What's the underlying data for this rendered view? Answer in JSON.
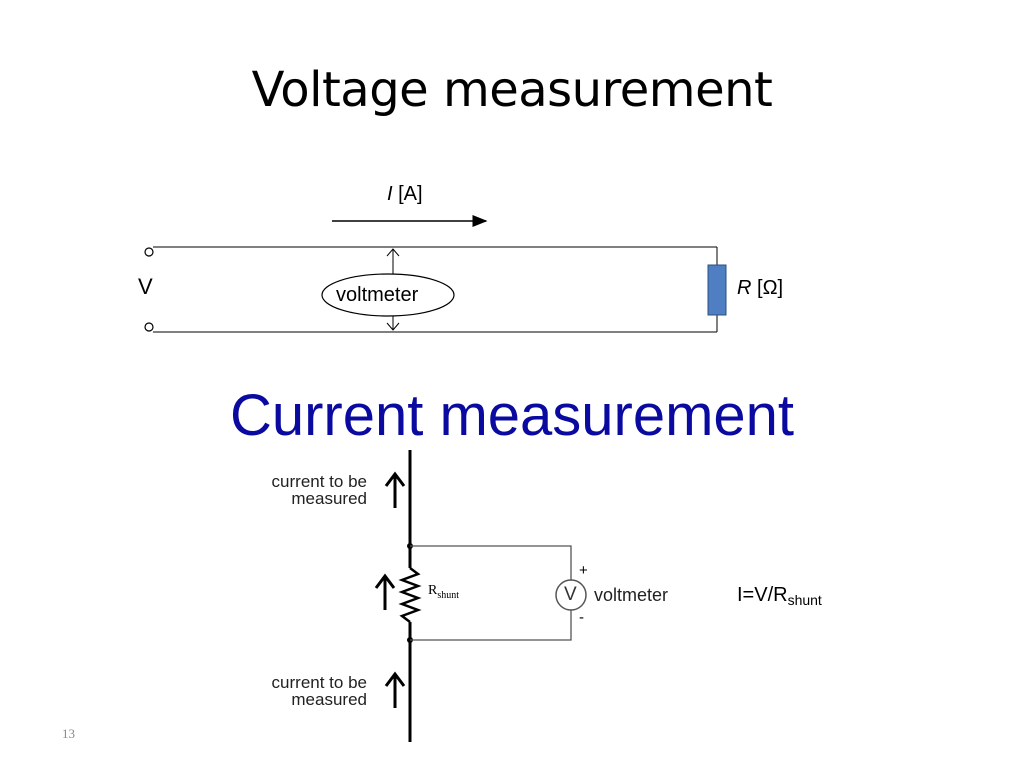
{
  "slide": {
    "title_voltage": "Voltage measurement",
    "title_current": "Current measurement",
    "page_number": "13",
    "colors": {
      "title_current": "#0a0aa0",
      "resistor_fill": "#4f7fc2",
      "wire": "#000000",
      "wire_gray": "#555555"
    }
  },
  "voltage_circuit": {
    "current_symbol": "I",
    "current_unit": " [A]",
    "source_label": "V",
    "meter_label": "voltmeter",
    "resistor_symbol": "R",
    "resistor_unit": " [Ω]"
  },
  "current_circuit": {
    "top_label_line1": "current to be",
    "top_label_line2": "measured",
    "bottom_label_line1": "current to be",
    "bottom_label_line2": "measured",
    "shunt_symbol": "R",
    "shunt_sub": "shunt",
    "meter_symbol": "V",
    "meter_label": "voltmeter",
    "plus_sign": "+",
    "minus_sign": "-",
    "formula_main": "I=V/R",
    "formula_sub": "shunt"
  }
}
